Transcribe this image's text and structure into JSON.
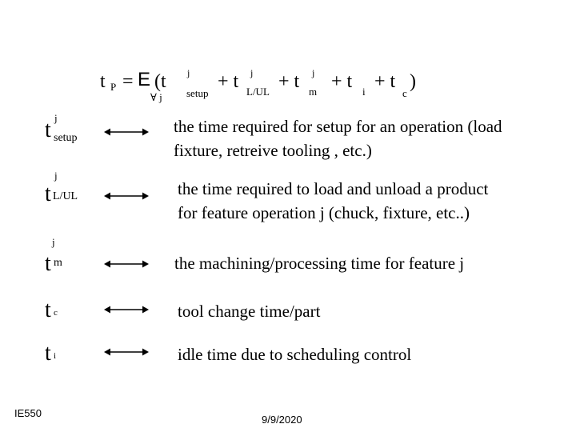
{
  "formula": {
    "t": "t",
    "p_sub": "P",
    "equals": "=",
    "sigma": "E",
    "open": "(t",
    "forall_j": "∀ j",
    "sup_j1": "j",
    "setup_sub": "setup",
    "plus1": "+ t",
    "sup_j2": "j",
    "lul_sub": "L/UL",
    "plus2": "+ t",
    "sup_j3": "j",
    "m_sub": "m",
    "plus3": "+ t",
    "i_sub": "i",
    "plus4": "+ t",
    "c_sub": "c",
    "close": ")"
  },
  "terms": [
    {
      "symbol": "t",
      "sup": "j",
      "sub": "setup",
      "lines": [
        "the time required for setup for an operation (load",
        "fixture, retreive tooling , etc.)"
      ]
    },
    {
      "symbol": "t",
      "sup": "j",
      "sub": "L/UL",
      "lines": [
        "the time required to load and unload a product",
        "for feature operation j (chuck, fixture, etc..)"
      ]
    },
    {
      "symbol": "t",
      "sup": "j",
      "sub": "m",
      "lines": [
        "the machining/processing time for feature j"
      ]
    },
    {
      "symbol": "t",
      "sup": "",
      "sub": "c",
      "lines": [
        "tool change time/part"
      ]
    },
    {
      "symbol": "t",
      "sup": "",
      "sub": "i",
      "lines": [
        "idle time due to scheduling control"
      ]
    }
  ],
  "footer": {
    "course": "IE550",
    "date": "9/9/2020"
  }
}
